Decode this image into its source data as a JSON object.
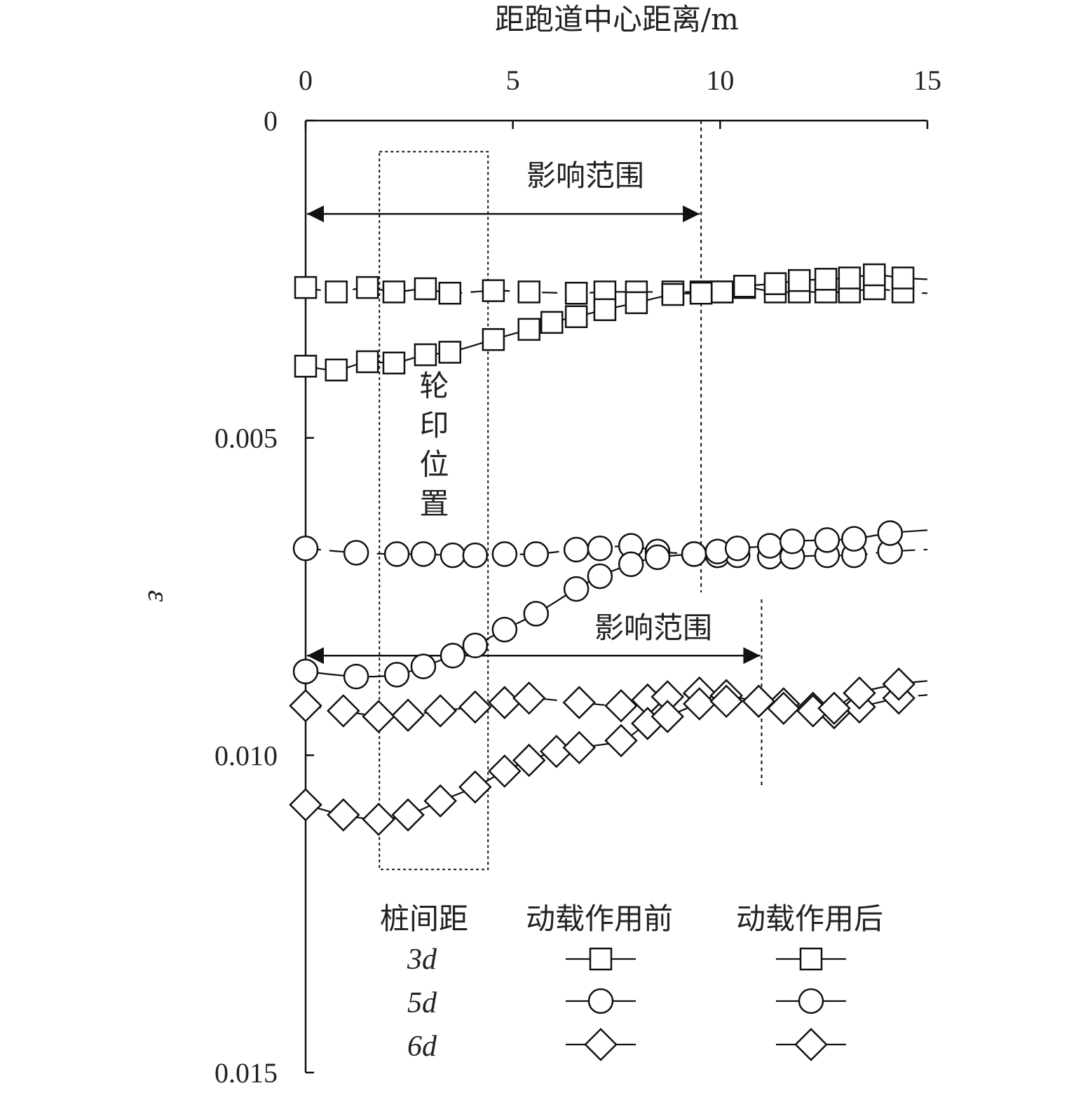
{
  "chart_data": {
    "type": "line",
    "title": "",
    "xlabel": "距跑道中心距离/m",
    "ylabel": "ε",
    "xlim": [
      0,
      15
    ],
    "ylim": [
      0,
      0.015
    ],
    "y_inverted": true,
    "x_axis_position": "top",
    "x_ticks": [
      "0",
      "5",
      "10",
      "15"
    ],
    "y_ticks": [
      "0",
      "0.005",
      "0.010",
      "0.015"
    ],
    "grid": false,
    "series": [
      {
        "name": "3d 动载作用前",
        "spacing": "3d",
        "state": "before",
        "marker": "square",
        "style": "dashed",
        "x": [
          0,
          0.74,
          1.49,
          2.13,
          2.89,
          3.48,
          4.53,
          5.39,
          6.53,
          7.22,
          7.98,
          8.86,
          9.54,
          10.05,
          10.59,
          11.33,
          11.91,
          12.55,
          13.12,
          13.72,
          14.41
        ],
        "y": [
          0.00263,
          0.0027,
          0.00263,
          0.0027,
          0.00265,
          0.00272,
          0.00268,
          0.0027,
          0.00272,
          0.0027,
          0.0027,
          0.0027,
          0.0027,
          0.0027,
          0.00263,
          0.0027,
          0.0027,
          0.0027,
          0.0027,
          0.00265,
          0.0027
        ]
      },
      {
        "name": "3d 动载作用后",
        "spacing": "3d",
        "state": "after",
        "marker": "square",
        "style": "solid",
        "x": [
          0,
          0.74,
          1.49,
          2.13,
          2.89,
          3.48,
          4.53,
          5.39,
          5.94,
          6.53,
          7.22,
          7.98,
          8.86,
          9.54,
          10.05,
          10.59,
          11.33,
          11.91,
          12.55,
          13.12,
          13.72,
          14.41
        ],
        "y": [
          0.00387,
          0.00393,
          0.0038,
          0.00382,
          0.00369,
          0.00365,
          0.00345,
          0.00329,
          0.00318,
          0.00309,
          0.00298,
          0.00287,
          0.00274,
          0.00272,
          0.0027,
          0.00261,
          0.00257,
          0.00252,
          0.0025,
          0.00248,
          0.00243,
          0.00248
        ]
      },
      {
        "name": "5d 动载作用前",
        "spacing": "5d",
        "state": "before",
        "marker": "circle",
        "style": "dashed",
        "x": [
          0,
          1.22,
          2.2,
          2.84,
          3.55,
          4.09,
          4.8,
          5.56,
          6.53,
          7.1,
          7.85,
          8.49,
          9.37,
          9.94,
          10.42,
          11.2,
          11.74,
          12.58,
          13.23,
          14.1
        ],
        "y": [
          0.00674,
          0.00681,
          0.00683,
          0.00683,
          0.00685,
          0.00685,
          0.00683,
          0.00683,
          0.00676,
          0.00674,
          0.0067,
          0.00679,
          0.00683,
          0.00685,
          0.00685,
          0.00687,
          0.00687,
          0.00685,
          0.00685,
          0.00679
        ]
      },
      {
        "name": "5d 动载作用后",
        "spacing": "5d",
        "state": "after",
        "marker": "circle",
        "style": "solid",
        "x": [
          0,
          1.22,
          2.2,
          2.84,
          3.55,
          4.09,
          4.8,
          5.56,
          6.53,
          7.1,
          7.85,
          8.49,
          9.37,
          9.94,
          10.42,
          11.2,
          11.74,
          12.58,
          13.23,
          14.1
        ],
        "y": [
          0.00868,
          0.00876,
          0.00873,
          0.0086,
          0.00843,
          0.00827,
          0.00802,
          0.00777,
          0.00738,
          0.00718,
          0.00699,
          0.00688,
          0.00683,
          0.00679,
          0.00674,
          0.0067,
          0.00663,
          0.00661,
          0.00659,
          0.0065
        ]
      },
      {
        "name": "6d 动载作用前",
        "spacing": "6d",
        "state": "before",
        "marker": "diamond",
        "style": "dashed",
        "x": [
          0,
          0.91,
          1.76,
          2.47,
          3.25,
          4.09,
          4.8,
          5.39,
          6.6,
          7.61,
          8.25,
          8.73,
          9.5,
          10.15,
          10.93,
          11.53,
          12.24,
          12.75,
          13.36,
          14.31
        ],
        "y": [
          0.00922,
          0.0093,
          0.00939,
          0.00937,
          0.0093,
          0.00924,
          0.00917,
          0.0091,
          0.00917,
          0.00922,
          0.00913,
          0.00908,
          0.00902,
          0.00906,
          0.00915,
          0.00919,
          0.00926,
          0.00933,
          0.00924,
          0.0091
        ]
      },
      {
        "name": "6d 动载作用后",
        "spacing": "6d",
        "state": "after",
        "marker": "diamond",
        "style": "solid",
        "x": [
          0,
          0.91,
          1.76,
          2.47,
          3.25,
          4.09,
          4.8,
          5.39,
          6.05,
          6.6,
          7.61,
          8.25,
          8.73,
          9.5,
          10.15,
          10.93,
          11.53,
          12.24,
          12.75,
          13.36,
          14.31
        ],
        "y": [
          0.01078,
          0.01094,
          0.01101,
          0.01094,
          0.01072,
          0.0105,
          0.01025,
          0.01008,
          0.00994,
          0.00988,
          0.00977,
          0.0095,
          0.00939,
          0.00919,
          0.00915,
          0.00915,
          0.00926,
          0.0093,
          0.00926,
          0.00902,
          0.00888
        ]
      }
    ],
    "annotations": {
      "wheel_box": {
        "label": "轮印位置",
        "x": [
          1.78,
          4.4
        ],
        "y": [
          0.00049,
          0.0118
        ]
      },
      "range_upper": {
        "label": "影响范围",
        "x": [
          0,
          9.54
        ],
        "y": 0.00147
      },
      "range_lower": {
        "label": "影响范围",
        "x": [
          0,
          11.0
        ],
        "y": 0.00843
      }
    },
    "legend": {
      "placement": "bottom",
      "header": [
        "桩间距",
        "动载作用前",
        "动载作用后"
      ],
      "rows": [
        "3d",
        "5d",
        "6d"
      ]
    }
  }
}
